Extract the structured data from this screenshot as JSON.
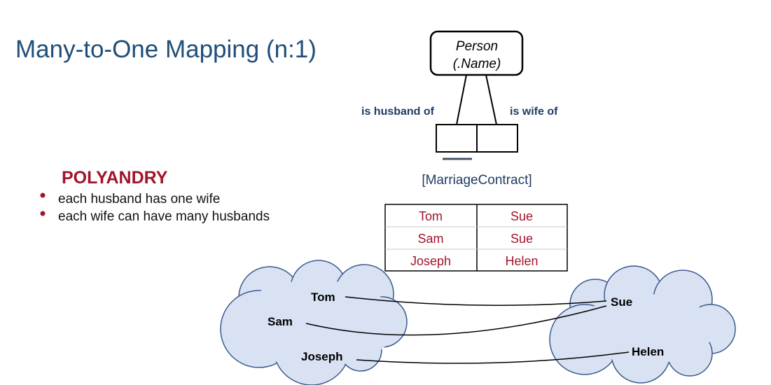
{
  "colors": {
    "title": "#1f4e79",
    "accent": "#a0142b",
    "cloud_fill": "#d9e2f3",
    "cloud_stroke": "#3a5a8c"
  },
  "title": "Many-to-One Mapping (n:1)",
  "polyandry": {
    "heading": "POLYANDRY",
    "bullets": [
      "each husband has one wife",
      "each wife can have many husbands"
    ]
  },
  "schema": {
    "entity_type_line1": "Person",
    "entity_type_line2": "(.Name)",
    "role_left": "is husband of",
    "role_right": "is wife of",
    "fact_type_name": "[MarriageContract]"
  },
  "population": {
    "rows": [
      [
        "Tom",
        "Sue"
      ],
      [
        "Sam",
        "Sue"
      ],
      [
        "Joseph",
        "Helen"
      ]
    ]
  },
  "clouds": {
    "husbands": [
      "Tom",
      "Sam",
      "Joseph"
    ],
    "wives": [
      "Sue",
      "Helen"
    ]
  }
}
